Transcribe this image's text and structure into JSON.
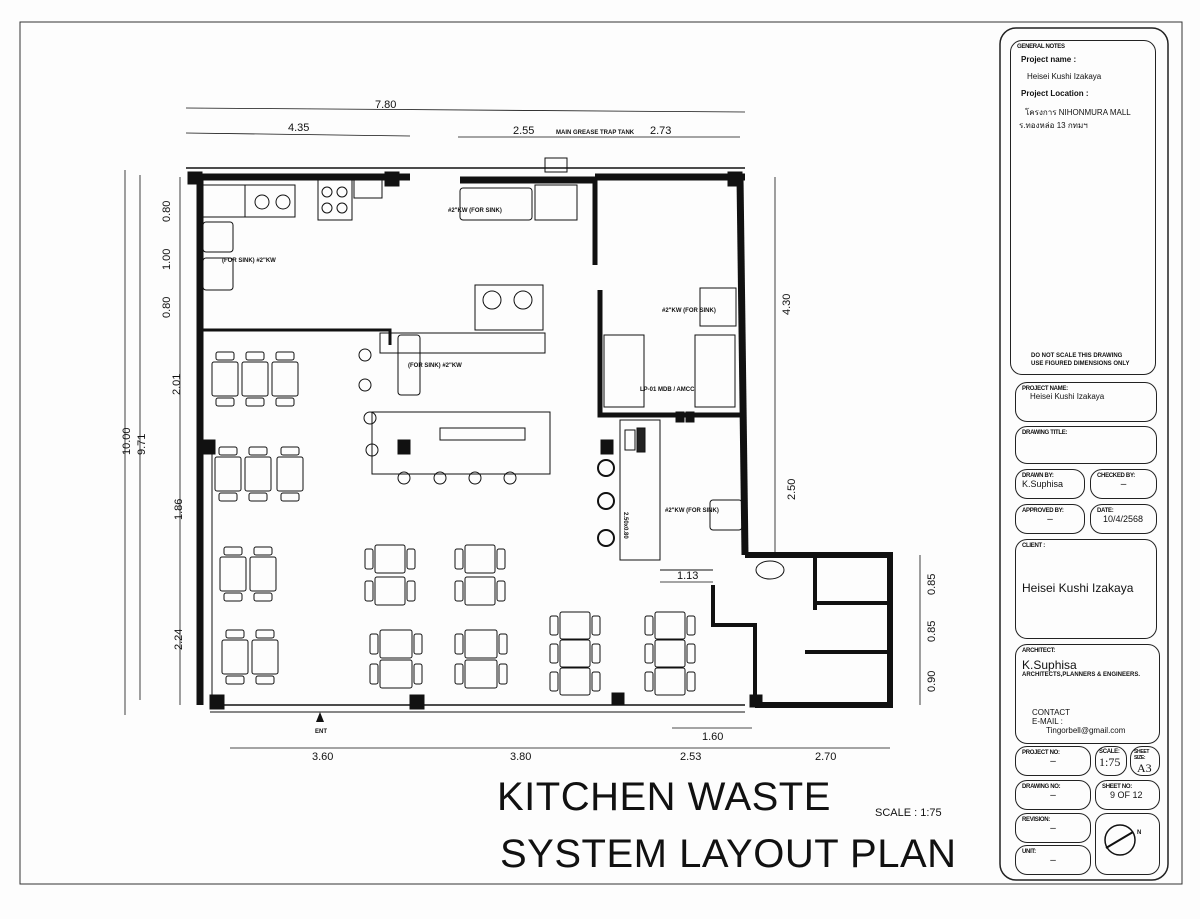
{
  "title_block": {
    "general_notes_heading": "GENERAL NOTES",
    "project_name_label": "Project name :",
    "project_name": "Heisei Kushi Izakaya",
    "project_location_label": "Project Location :",
    "project_location_line1": "โครงการ NIHONMURA MALL",
    "project_location_line2": "ร.ทองหล่อ 13 กทมฯ",
    "note_line1": "DO NOT SCALE THIS DRAWING",
    "note_line2": "USE FIGURED DIMENSIONS ONLY",
    "project_name_box_label": "PROJECT NAME:",
    "project_name_box_value": "Heisei Kushi Izakaya",
    "drawing_title_label": "DRAWING TITLE:",
    "drawn_by_label": "DRAWN BY:",
    "drawn_by": "K.Suphisa",
    "checked_by_label": "CHECKED BY:",
    "checked_by": "–",
    "approved_by_label": "APPROVED BY:",
    "approved_by": "–",
    "date_label": "DATE:",
    "date": "10/4/2568",
    "client_label": "CLIENT :",
    "client": "Heisei Kushi Izakaya",
    "architect_label": "ARCHITECT:",
    "architect": "K.Suphisa",
    "architect_sub": "ARCHITECTS,PLANNERS & ENGINEERS.",
    "contact_label": "CONTACT",
    "email_label": "E-MAIL :",
    "email": "Tingorbell@gmail.com",
    "project_no_label": "PROJECT NO:",
    "project_no": "–",
    "scale_label": "SCALE:",
    "scale": "1:75",
    "sheet_size_label": "SHEET SIZE:",
    "sheet_size": "A3",
    "drawing_no_label": "DRAWING NO:",
    "drawing_no": "–",
    "sheet_no_label": "SHEET NO:",
    "sheet_no": "9 OF 12",
    "revision_label": "REVISION:",
    "revision": "–",
    "unit_label": "UNIT:",
    "unit": "–",
    "north_label": "N"
  },
  "drawing": {
    "title_line1": "KITCHEN WASTE",
    "title_line2": "SYSTEM LAYOUT PLAN",
    "scale_text": "SCALE : 1:75",
    "dims_top": {
      "overall": "7.80",
      "left": "4.35",
      "mid": "2.55",
      "right": "2.73",
      "grease_trap": "MAIN GREASE TRAP TANK"
    },
    "dims_left": {
      "overall": "10.00",
      "inner": "9.71",
      "d1": "0.80",
      "d2": "1.00",
      "d3": "0.80",
      "d4": "2.01",
      "d5": "1.86",
      "d6": "2.24"
    },
    "dims_right": {
      "d1": "4.30",
      "d2": "2.50",
      "d3": "0.85",
      "d4": "0.85",
      "d5": "0.90"
    },
    "dims_bottom": {
      "d1": "3.60",
      "d2": "3.80",
      "d3": "2.53",
      "d4": "2.70",
      "d5": "1.60",
      "d6": "1.13"
    },
    "entrance": "ENT",
    "sink_label": "#2\"KW (FOR SINK)",
    "sink_label_alt": "(FOR SINK) #2\"KW",
    "panel_label": "LP-01 MDB / AMCC",
    "counter_label": "2.50x0.80"
  }
}
